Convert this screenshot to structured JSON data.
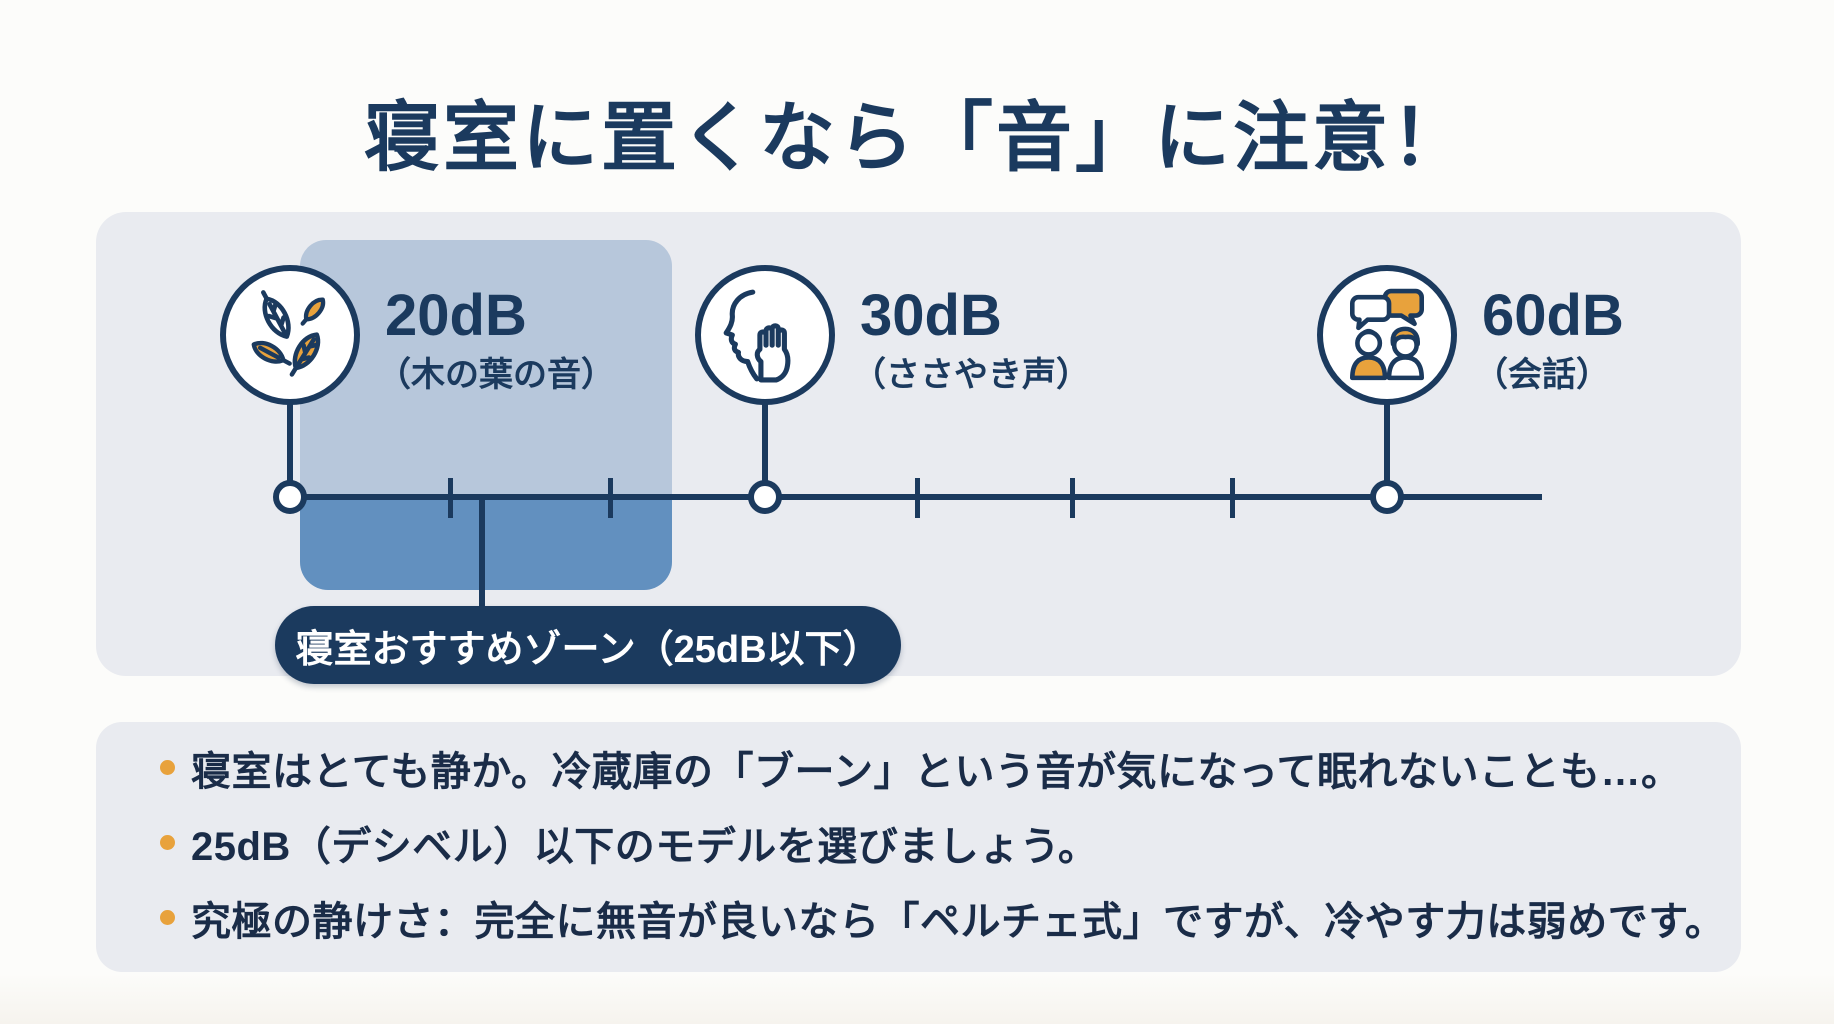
{
  "title": "寝室に置くなら「音」に注意！",
  "colors": {
    "navy": "#1b3a5e",
    "orange": "#e8a23c",
    "panel": "#e9ebf0",
    "zone-light": "#b7c7db",
    "zone-dark": "#6290bf",
    "text": "#1a2c48",
    "bg": "#fcfcfa"
  },
  "scale": {
    "markers": [
      {
        "db": "20dB",
        "label": "（木の葉の音）",
        "icon": "leaves-icon"
      },
      {
        "db": "30dB",
        "label": "（ささやき声）",
        "icon": "whisper-icon"
      },
      {
        "db": "60dB",
        "label": "（会話）",
        "icon": "conversation-icon"
      }
    ],
    "zone_label": "寝室おすすめゾーン（25dB以下）"
  },
  "notes": {
    "items": [
      "寝室はとても静か。冷蔵庫の「ブーン」という音が気になって眠れないことも…。",
      "25dB（デシベル）以下のモデルを選びましょう。",
      "究極の静けさ：完全に無音が良いなら「ペルチェ式」ですが、冷やす力は弱めです。"
    ]
  }
}
